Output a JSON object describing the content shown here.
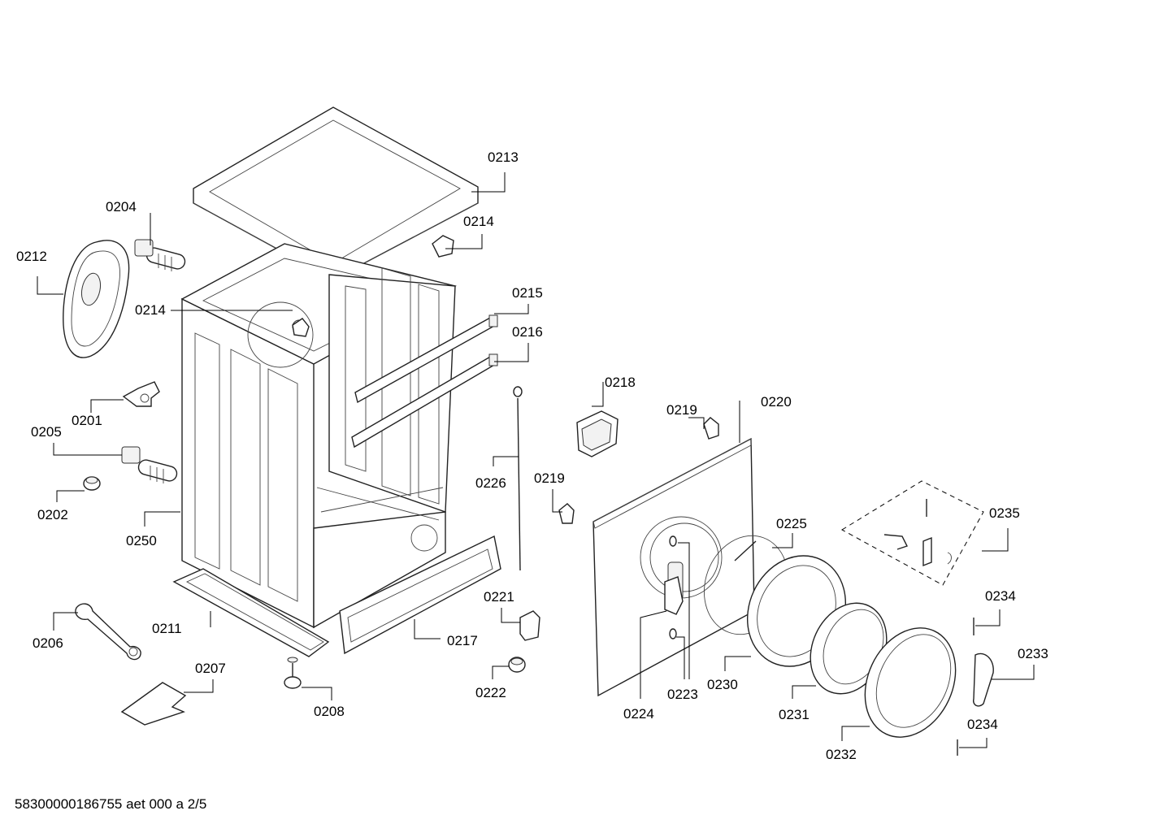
{
  "labels": {
    "l0213": "0213",
    "l0204": "0204",
    "l0214a": "0214",
    "l0212": "0212",
    "l0214b": "0214",
    "l0215": "0215",
    "l0216": "0216",
    "l0218": "0218",
    "l0201": "0201",
    "l0205": "0205",
    "l0219a": "0219",
    "l0220": "0220",
    "l0226": "0226",
    "l0202": "0202",
    "l0219b": "0219",
    "l0225": "0225",
    "l0235": "0235",
    "l0250": "0250",
    "l0221": "0221",
    "l0234a": "0234",
    "l0206": "0206",
    "l0211": "0211",
    "l0217": "0217",
    "l0233": "0233",
    "l0207": "0207",
    "l0222": "0222",
    "l0224": "0224",
    "l0223": "0223",
    "l0230": "0230",
    "l0208": "0208",
    "l0231": "0231",
    "l0234b": "0234",
    "l0232": "0232"
  },
  "footer": "58300000186755 aet 000 a 2/5"
}
